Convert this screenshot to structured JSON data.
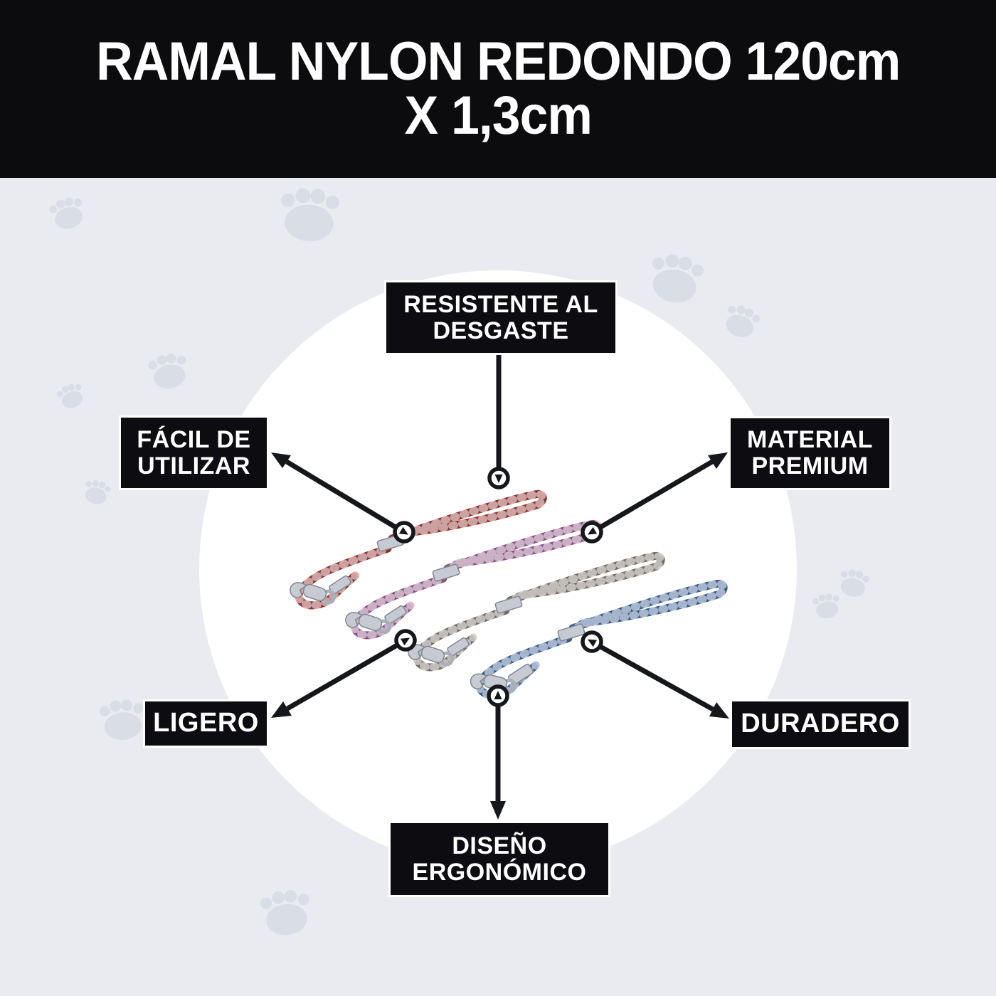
{
  "header": {
    "title_line1": "RAMAL NYLON REDONDO 120cm",
    "title_line2": "X 1,3cm"
  },
  "features": {
    "wear": {
      "line1": "RESISTENTE AL",
      "line2": "DESGASTE"
    },
    "easy": {
      "line1": "FÁCIL DE",
      "line2": "UTILIZAR"
    },
    "material": {
      "line1": "MATERIAL",
      "line2": "PREMIUM"
    },
    "light": {
      "label": "LIGERO"
    },
    "durable": {
      "label": "DURADERO"
    },
    "ergonomic": {
      "line1": "DISEÑO",
      "line2": "ERGONÓMICO"
    }
  },
  "product": {
    "name": "ramal-nylon-redondo-leashes",
    "leashes": [
      {
        "name": "red-leash",
        "color": "#de3424",
        "fleck": "#33303f"
      },
      {
        "name": "pink-leash",
        "color": "#d4639f",
        "fleck": "#39405f"
      },
      {
        "name": "taupe-leash",
        "color": "#ab9f91",
        "fleck": "#3c3a38"
      },
      {
        "name": "blue-leash",
        "color": "#4b80be",
        "fleck": "#253455"
      }
    ],
    "hardware_color": "#c6cad2",
    "hardware_edge": "#82878f"
  },
  "colors": {
    "background": "#e9ebf1",
    "banner": "#0c0c0f",
    "label_bg": "#0d0d11",
    "label_border": "#ffffff",
    "label_text": "#ffffff",
    "arrow": "#16171b",
    "circle_fill": "#ffffff",
    "paw": "#d9dde6",
    "rope_highlight": "#ffffff"
  }
}
